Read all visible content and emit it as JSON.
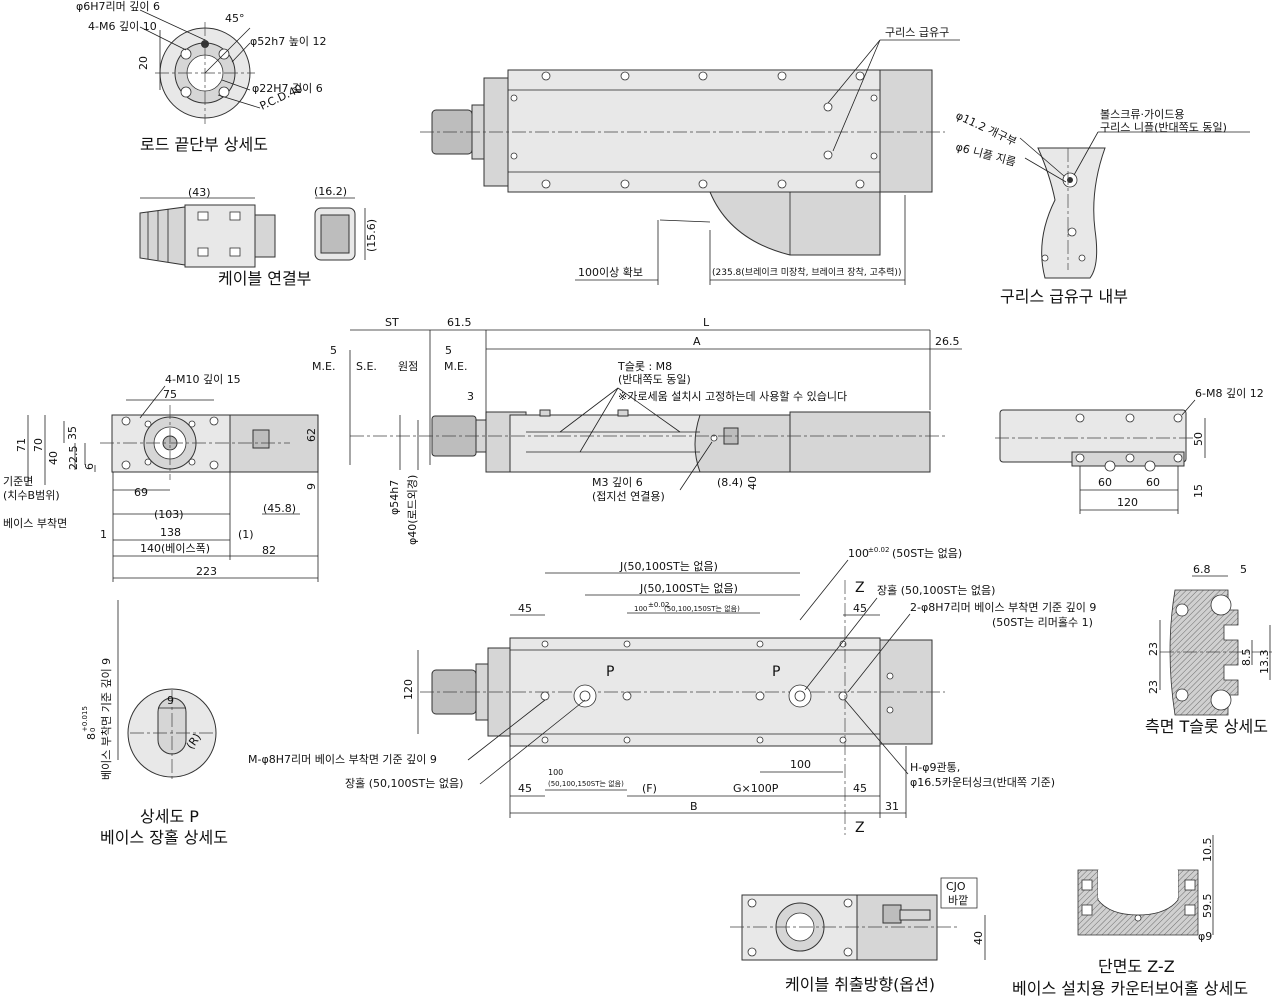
{
  "rod_end": {
    "label_reamer": "φ6H7리머 깊이 6",
    "label_tap": "4-M6 깊이 10",
    "label_angle": "45°",
    "label_spigot": "φ52h7 높이 12",
    "label_bore": "φ22H7 깊이 6",
    "label_pcd": "P.C.D.40",
    "dim_20": "20",
    "caption": "로드 끝단부 상세도"
  },
  "cable_conn": {
    "dim_43": "(43)",
    "dim_16_2": "(16.2)",
    "dim_15_6": "(15.6)",
    "caption": "케이블 연결부"
  },
  "top_view": {
    "label_grease": "구리스 급유구",
    "label_100": "100이상 확보",
    "label_235": "(235.8(브레이크 미장착, 브레이크 장착, 고추력))"
  },
  "grease_detail": {
    "label_ballscrew": "볼스크류·가이드용",
    "label_nipple": "구리스 니플(반대쪽도 동일)",
    "label_phi11": "φ11.2 개구부",
    "label_phi6": "φ6 니플 지름",
    "caption": "구리스 급유구 내부"
  },
  "end_view": {
    "label_tap": "4-M10 깊이 15",
    "d75": "75",
    "d71": "71",
    "d70": "70",
    "d35": "35",
    "d40": "40",
    "d22_5": "22.5",
    "d6": "6",
    "d62": "62",
    "d9": "9",
    "d69": "69",
    "d103": "(103)",
    "d45_8": "(45.8)",
    "d138": "138",
    "d140": "140(베이스폭)",
    "d1a": "1",
    "d1b": "(1)",
    "d82": "82",
    "d223": "223",
    "label_ref": "기준면",
    "label_ref2": "(치수B범위)",
    "label_mount": "베이스 부착면"
  },
  "side_view": {
    "st": "ST",
    "d61_5": "61.5",
    "L": "L",
    "A": "A",
    "d26_5": "26.5",
    "d5a": "5",
    "d5b": "5",
    "me1": "M.E.",
    "se": "S.E.",
    "origin": "원점",
    "me2": "M.E.",
    "d3": "3",
    "tslot": "T슬롯 : M8",
    "tslot2": "(반대쪽도 동일)",
    "tslot_note": "※가로세움 설치시 고정하는데 사용할 수 있습니다",
    "m3": "M3 깊이 6",
    "m3b": "(접지선 연결용)",
    "d8_4": "(8.4)",
    "d40": "40",
    "phi54": "φ54h7",
    "phi40": "φ40(로드외경)"
  },
  "rear_view": {
    "label_tap": "6-M8 깊이 12",
    "d50": "50",
    "d15": "15",
    "d60a": "60",
    "d60b": "60",
    "d120": "120"
  },
  "bottom_view": {
    "J1": "J(50,100ST는 없음)",
    "J2": "J(50,100ST는 없음)",
    "d100_top": "100",
    "d100_top_sup": "±0.02",
    "d100_top_note": "(50ST는 없음)",
    "d100_mid": "100",
    "d100_mid_sup": "±0.02",
    "d100_mid_note": "(50,100,150ST는 없음)",
    "slot_r": "장홀 (50,100ST는 없음)",
    "reamer2": "2-φ8H7리머 베이스 부착면 기준 깊이 9",
    "reamer2b": "(50ST는 리머홀수 1)",
    "z": "Z",
    "d45a": "45",
    "d45b": "45",
    "d45c": "45",
    "d45d": "45",
    "d120": "120",
    "P": "P",
    "reamerM": "M-φ8H7리머 베이스 부착면 기준 깊이 9",
    "slot_l": "장홀 (50,100ST는 없음)",
    "d100_bot": "100",
    "d100_bot_note": "(50,100,150ST는 없음)",
    "F": "(F)",
    "G": "G×100P",
    "d100_r": "100",
    "B": "B",
    "d31": "31",
    "H": "H-φ9관통,",
    "H2": "φ16.5카운터싱크(반대쪽 기준)"
  },
  "detail_p": {
    "d9": "9",
    "R": "(R)",
    "vert": "베이스 부착면 기준 깊이 9",
    "d8": "8",
    "d8_tol": "+0.015",
    "d8_tol2": "0",
    "caption1": "상세도 P",
    "caption2": "베이스 장홀 상세도"
  },
  "tslot_detail": {
    "d6_8": "6.8",
    "d5": "5",
    "d23a": "23",
    "d23b": "23",
    "d8_5": "8.5",
    "d13_3": "13.3",
    "caption": "측면 T슬롯 상세도"
  },
  "cable_exit": {
    "cjo": "CJO",
    "cjo2": "바깥",
    "d40": "40",
    "caption": "케이블 취출방향(옵션)"
  },
  "section_zz": {
    "d10_5": "10.5",
    "d59_5": "59.5",
    "phi9": "φ9",
    "caption1": "단면도 Z-Z",
    "caption2": "베이스 설치용 카운터보어홀 상세도"
  }
}
